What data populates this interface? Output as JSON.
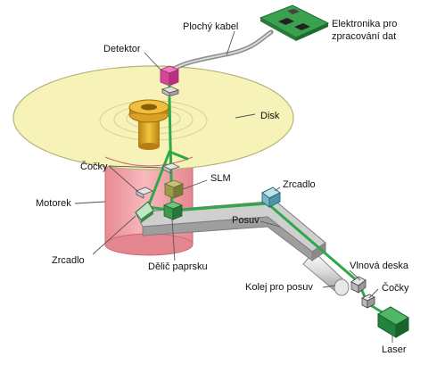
{
  "labels": {
    "flat_cable": "Plochý kabel",
    "electronics_line1": "Elektronika pro",
    "electronics_line2": "zpracování dat",
    "detector": "Detektor",
    "disk": "Disk",
    "lenses_top": "Čočky",
    "slm": "SLM",
    "motor": "Motorek",
    "mirror_right": "Zrcadlo",
    "carriage": "Posuv",
    "mirror_left": "Zrcadlo",
    "beam_splitter": "Dělič paprsku",
    "wave_plate": "Vlnová deska",
    "rail": "Kolej pro posuv",
    "lenses_bottom": "Čočky",
    "laser": "Laser"
  },
  "colors": {
    "disk": "#f6f2b8",
    "motor": "#f4a9ad",
    "beam": "#2fa84a",
    "board": "#3aa24f",
    "detector": "#e455a6",
    "laser": "#1e8f3e",
    "carriage": "#c8c8c8",
    "hub": "#e2a820"
  }
}
